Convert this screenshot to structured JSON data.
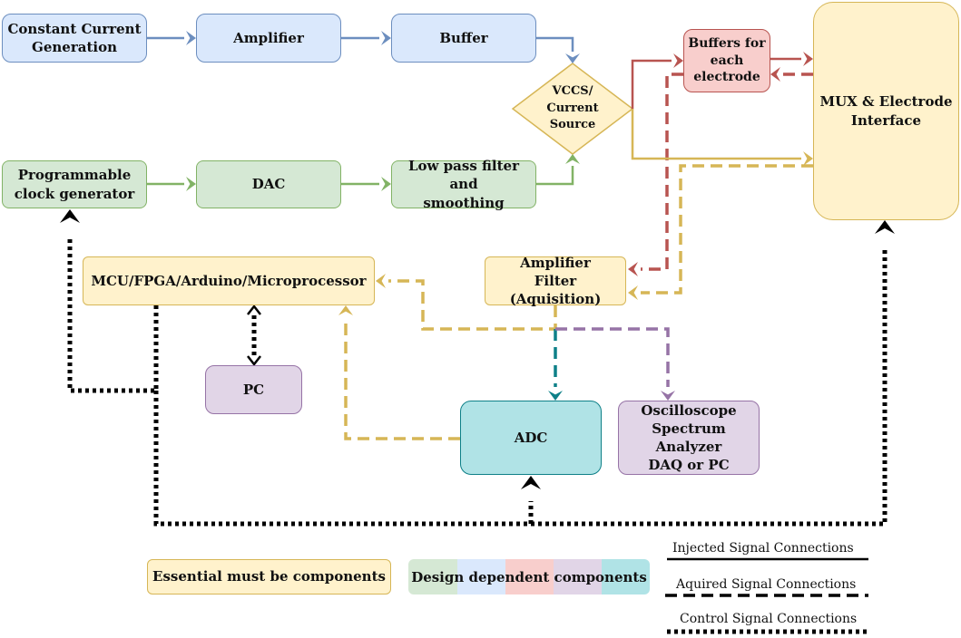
{
  "colors": {
    "blue": "#6c8ebf",
    "green": "#82b366",
    "yellow": "#d6b656",
    "red": "#b85450",
    "purple": "#9673a6",
    "teal": "#0e8088",
    "control": "#000000"
  },
  "blocks": {
    "constant_current": "Constant Current\nGeneration",
    "amplifier": "Amplifier",
    "buffer": "Buffer",
    "vccs": "VCCS/\nCurrent\nSource",
    "buffers_each": "Buffers for\neach\nelectrode",
    "mux": "MUX & Electrode\nInterface",
    "clock": "Programmable\nclock generator",
    "dac": "DAC",
    "lowpass": "Low pass filter and\nsmoothing",
    "mcu": "MCU/FPGA/Arduino/Microprocessor",
    "amp_filter": "Amplifier\nFilter (Aquisition)",
    "pc": "PC",
    "adc": "ADC",
    "oscilloscope": "Oscilloscope\nSpectrum Analyzer\nDAQ or PC"
  },
  "legend": {
    "essential": "Essential must be components",
    "design_dependent": "Design dependent components",
    "design_dependent_colors": [
      "#d5e8d4",
      "#dae8fc",
      "#f8cecc",
      "#e1d5e7",
      "#b0e3e6"
    ],
    "injected": "Injected Signal Connections",
    "acquired": "Aquired Signal Connections",
    "control": "Control Signal Connections"
  }
}
